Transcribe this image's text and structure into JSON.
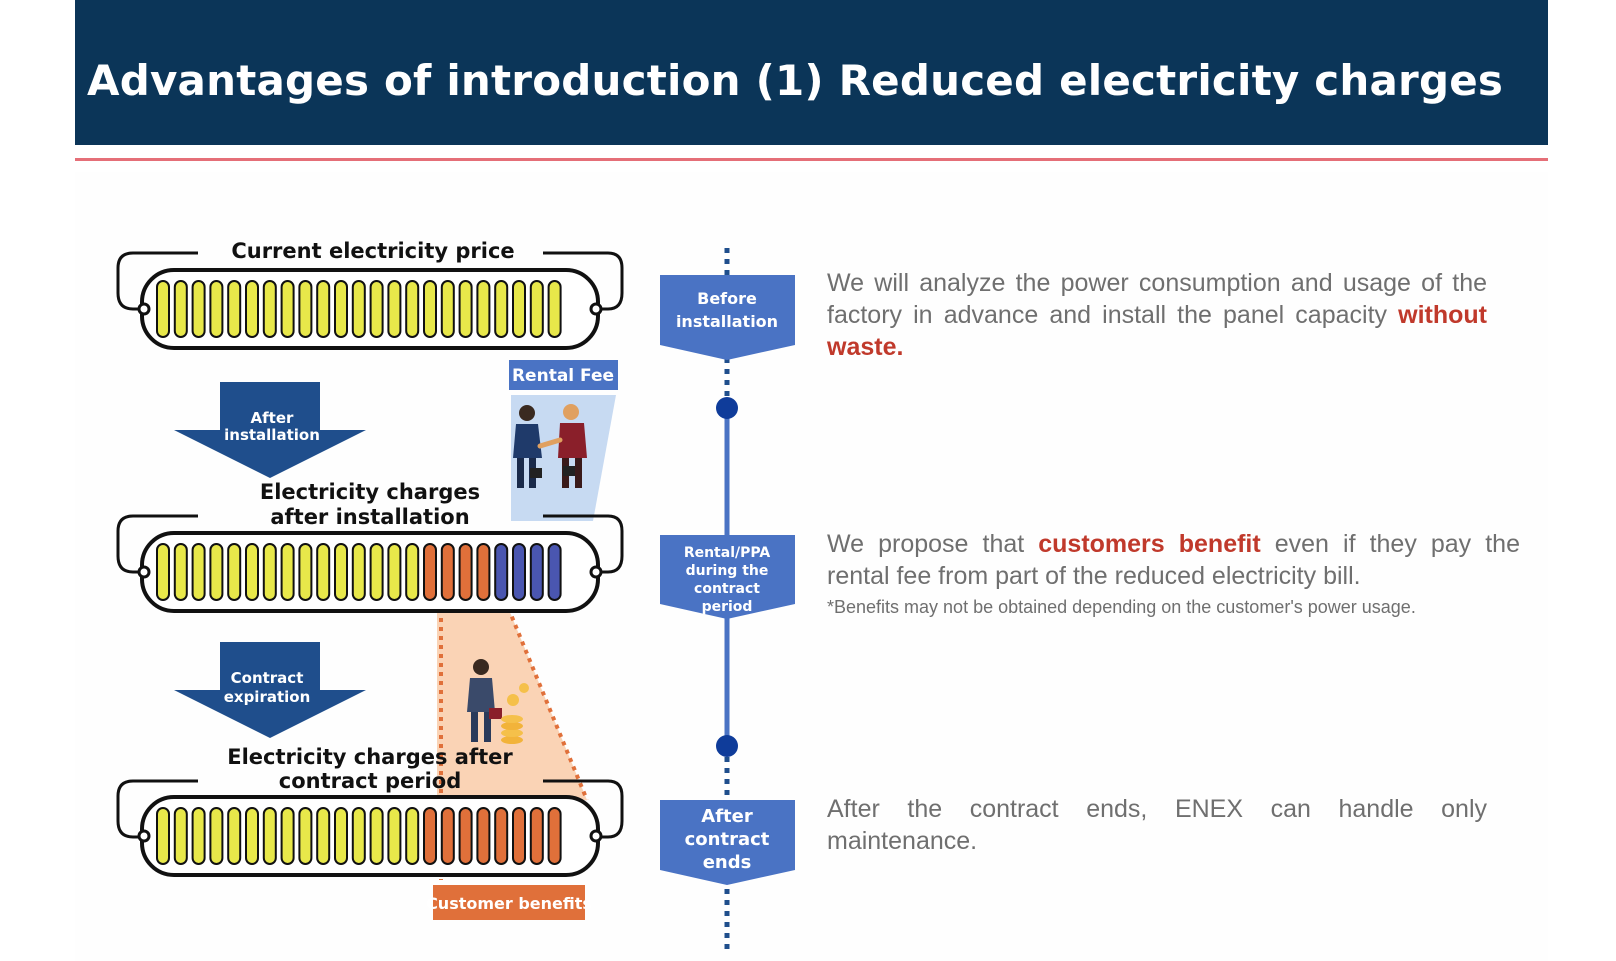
{
  "header": {
    "title": "Advantages of introduction (1) Reduced electricity charges"
  },
  "diagram": {
    "current_label": "Current electricity price",
    "after_installation_label_1": "Electricity charges",
    "after_installation_label_2": "after installation",
    "after_contract_label_1": "Electricity charges after",
    "after_contract_label_2": "contract period",
    "arrow1_line1": "After",
    "arrow1_line2": "installation",
    "arrow2_line1": "Contract",
    "arrow2_line2": "expiration",
    "rental_fee": "Rental Fee",
    "customer_benefits": "Customer benefits"
  },
  "timeline": {
    "stage1_line1": "Before",
    "stage1_line2": "installation",
    "stage2_line1": "Rental/PPA",
    "stage2_line2": "during the",
    "stage2_line3": "contract",
    "stage2_line4": "period",
    "stage3_line1": "After",
    "stage3_line2": "contract",
    "stage3_line3": "ends"
  },
  "descriptions": {
    "d1_pre": "We will analyze the power consumption and usage of the factory in advance and install the panel capacity ",
    "d1_em": "without waste.",
    "d2_pre": "We propose that ",
    "d2_em": "customers benefit",
    "d2_post": " even if they pay the rental fee from part of the reduced electricity bill.",
    "d2_note": "*Benefits may not be obtained depending on the customer's power usage.",
    "d3": "After the contract ends, ENEX can handle only maintenance."
  },
  "colors": {
    "header_bg": "#0b3558",
    "accent_red": "#c0392b",
    "timeline_blue": "#4a73c4",
    "yellow_cell": "#e8e84a",
    "orange_cell": "#e0703a",
    "blue_cell": "#4a56b0"
  },
  "icons": [
    "handshake-people-icon",
    "businessman-coins-icon"
  ]
}
